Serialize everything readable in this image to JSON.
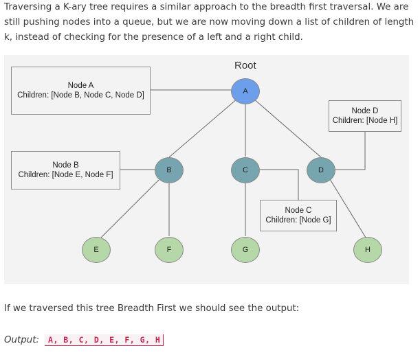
{
  "intro_text": "Traversing a K-ary tree requires a similar approach to the breadth first traversal. We are still pushing nodes into a queue, but we are now moving down a list of children of length k, instead of checking for the presence of a left and a right child.",
  "diagram": {
    "root_label": "Root",
    "nodes": [
      {
        "id": "A",
        "label": "A",
        "level": "root",
        "color": "#6d9eeb"
      },
      {
        "id": "B",
        "label": "B",
        "level": "internal",
        "color": "#76a5af"
      },
      {
        "id": "C",
        "label": "C",
        "level": "internal",
        "color": "#76a5af"
      },
      {
        "id": "D",
        "label": "D",
        "level": "internal",
        "color": "#76a5af"
      },
      {
        "id": "E",
        "label": "E",
        "level": "leaf",
        "color": "#b6d7a8"
      },
      {
        "id": "F",
        "label": "F",
        "level": "leaf",
        "color": "#b6d7a8"
      },
      {
        "id": "G",
        "label": "G",
        "level": "leaf",
        "color": "#b6d7a8"
      },
      {
        "id": "H",
        "label": "H",
        "level": "leaf",
        "color": "#b6d7a8"
      }
    ],
    "edges": [
      [
        "A",
        "B"
      ],
      [
        "A",
        "C"
      ],
      [
        "A",
        "D"
      ],
      [
        "B",
        "E"
      ],
      [
        "B",
        "F"
      ],
      [
        "C",
        "G"
      ],
      [
        "D",
        "H"
      ]
    ],
    "callouts": {
      "node_a": {
        "title": "Node A",
        "children": "Children: [Node B, Node C, Node D]"
      },
      "node_b": {
        "title": "Node B",
        "children": "Children: [Node E, Node F]"
      },
      "node_c": {
        "title": "Node C",
        "children": "Children: [Node G]"
      },
      "node_d": {
        "title": "Node D",
        "children": "Children: [Node H]"
      }
    }
  },
  "after_text": "If we traversed this tree Breadth First we should see the output:",
  "output": {
    "label": "Output:",
    "value": "A, B, C, D, E, F, G, H"
  }
}
